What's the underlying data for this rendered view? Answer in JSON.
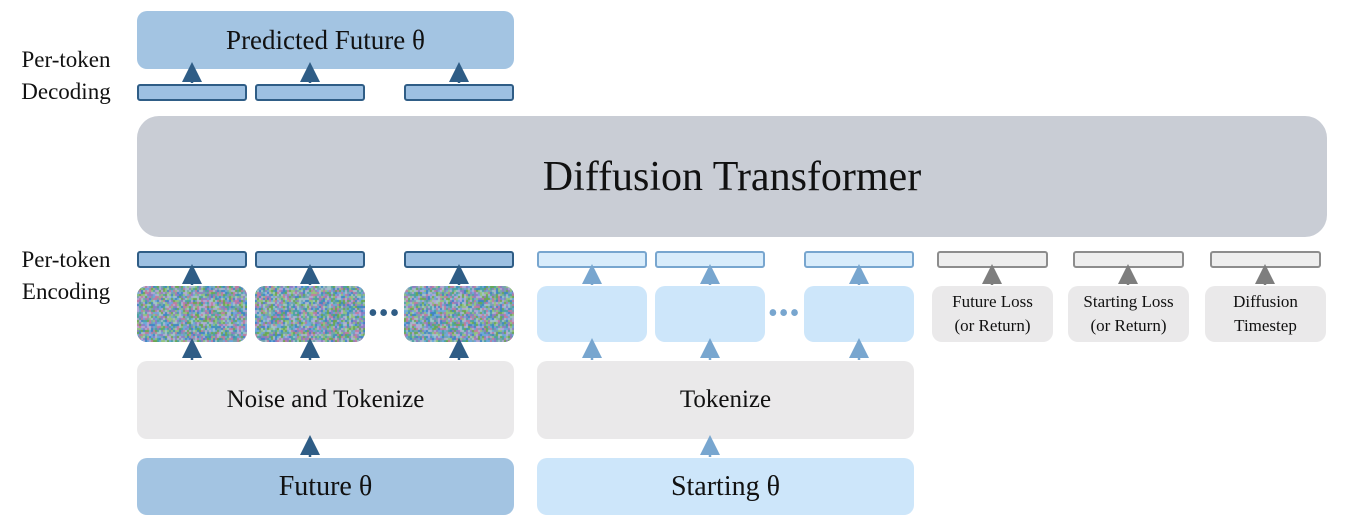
{
  "labels": {
    "decoding": "Per-token\nDecoding",
    "encoding": "Per-token\nEncoding"
  },
  "boxes": {
    "predicted": "Predicted Future θ",
    "transformer": "Diffusion Transformer",
    "noise_tokenize": "Noise and Tokenize",
    "tokenize": "Tokenize",
    "future": "Future θ",
    "starting": "Starting θ"
  },
  "conditions": [
    "Future Loss\n(or Return)",
    "Starting Loss\n(or Return)",
    "Diffusion\nTimestep"
  ],
  "ellipsis": "•••",
  "colors": {
    "dark_arrow": "#2f5d86",
    "light_arrow": "#78a6cf",
    "grey_arrow": "#7e7e7e"
  }
}
